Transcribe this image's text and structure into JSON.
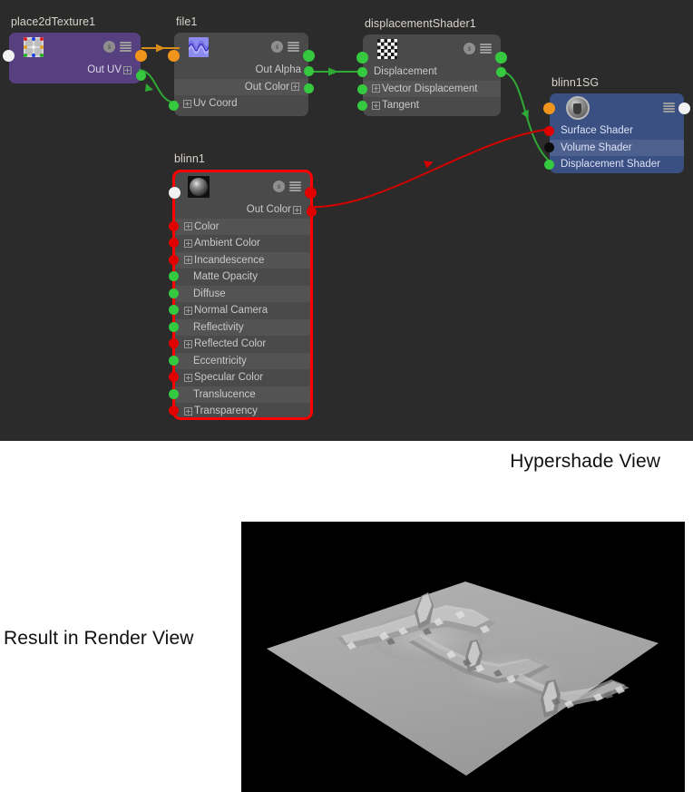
{
  "captions": {
    "hypershade": "Hypershade View",
    "render": "Result in Render View"
  },
  "colors": {
    "canvas_bg": "#2b2b2b",
    "node_gray": "#4a4a4a",
    "node_purple": "#57407f",
    "node_blue": "#3a4f82",
    "plug_green": "#34c93f",
    "plug_orange": "#f0941b",
    "plug_red": "#e00000",
    "plug_white": "#f2f2f2",
    "plug_black": "#0c0c0c",
    "wire_green": "#2faa35",
    "wire_orange": "#d98b18",
    "wire_red": "#d40000",
    "selection_red": "#ff0000",
    "caption_text": "#101010"
  },
  "nodes": {
    "place2dTexture": {
      "title": "place2dTexture1",
      "swatch_icon": "uv-grid-icon",
      "header_icons": [
        "shading-s-icon",
        "menu-bars-icon"
      ],
      "rows": [
        {
          "label": "Out UV",
          "side": "out",
          "expandable": true,
          "plug": "green",
          "alt": false
        }
      ]
    },
    "file": {
      "title": "file1",
      "swatch_icon": "file-texture-icon",
      "header_icons": [
        "shading-s-icon",
        "menu-bars-icon"
      ],
      "rows": [
        {
          "label": "Out Alpha",
          "side": "out",
          "expandable": false,
          "plug": "green",
          "alt": false
        },
        {
          "label": "Out Color",
          "side": "out",
          "expandable": true,
          "plug": "green",
          "alt": true
        },
        {
          "label": "Uv Coord",
          "side": "in",
          "expandable": true,
          "plug": "green",
          "alt": false
        }
      ]
    },
    "displacementShader": {
      "title": "displacementShader1",
      "swatch_icon": "checker-icon",
      "header_icons": [
        "shading-s-icon",
        "menu-bars-icon"
      ],
      "rows": [
        {
          "label": "Displacement",
          "side": "in",
          "expandable": false,
          "plug": "green",
          "alt": false
        },
        {
          "label": "Vector Displacement",
          "side": "in",
          "expandable": true,
          "plug": "green",
          "alt": true
        },
        {
          "label": "Tangent",
          "side": "in",
          "expandable": true,
          "plug": "green",
          "alt": false
        }
      ]
    },
    "blinn1SG": {
      "title": "blinn1SG",
      "swatch_icon": "shading-group-icon",
      "header_icons": [
        "menu-bars-icon"
      ],
      "rows": [
        {
          "label": "Surface Shader",
          "side": "in",
          "expandable": false,
          "plug": "red",
          "alt": false
        },
        {
          "label": "Volume Shader",
          "side": "in",
          "expandable": false,
          "plug": "black",
          "alt": true
        },
        {
          "label": "Displacement Shader",
          "side": "in",
          "expandable": false,
          "plug": "green",
          "alt": false
        }
      ]
    },
    "blinn": {
      "title": "blinn1",
      "selected": true,
      "swatch_icon": "blinn-sphere-icon",
      "header_icons": [
        "shading-s-icon",
        "menu-bars-icon"
      ],
      "out_rows": [
        {
          "label": "Out Color",
          "side": "out",
          "expandable": true,
          "plug": "red",
          "alt": false
        }
      ],
      "rows": [
        {
          "label": "Color",
          "expandable": true,
          "plug": "red",
          "alt": true
        },
        {
          "label": "Ambient Color",
          "expandable": true,
          "plug": "red",
          "alt": false
        },
        {
          "label": "Incandescence",
          "expandable": true,
          "plug": "red",
          "alt": true
        },
        {
          "label": "Matte Opacity",
          "expandable": false,
          "plug": "green",
          "alt": false
        },
        {
          "label": "Diffuse",
          "expandable": false,
          "plug": "green",
          "alt": true
        },
        {
          "label": "Normal Camera",
          "expandable": true,
          "plug": "green",
          "alt": false
        },
        {
          "label": "Reflectivity",
          "expandable": false,
          "plug": "green",
          "alt": true
        },
        {
          "label": "Reflected Color",
          "expandable": true,
          "plug": "red",
          "alt": false
        },
        {
          "label": "Eccentricity",
          "expandable": false,
          "plug": "green",
          "alt": true
        },
        {
          "label": "Specular Color",
          "expandable": true,
          "plug": "red",
          "alt": false
        },
        {
          "label": "Translucence",
          "expandable": false,
          "plug": "green",
          "alt": true
        },
        {
          "label": "Transparency",
          "expandable": true,
          "plug": "red",
          "alt": false
        }
      ]
    }
  },
  "connections": [
    {
      "from": "place2dTexture1.output",
      "to": "file1.input",
      "color": "orange"
    },
    {
      "from": "place2dTexture1.Out UV",
      "to": "file1.Uv Coord",
      "color": "green"
    },
    {
      "from": "file1.Out Alpha",
      "to": "displacementShader1.Displacement",
      "color": "green"
    },
    {
      "from": "displacementShader1.Displacement",
      "to": "blinn1SG.Displacement Shader",
      "color": "green"
    },
    {
      "from": "blinn1.Out Color",
      "to": "blinn1SG.Surface Shader",
      "color": "red"
    }
  ],
  "render_view": {
    "description": "displaced gray plane on black background"
  }
}
